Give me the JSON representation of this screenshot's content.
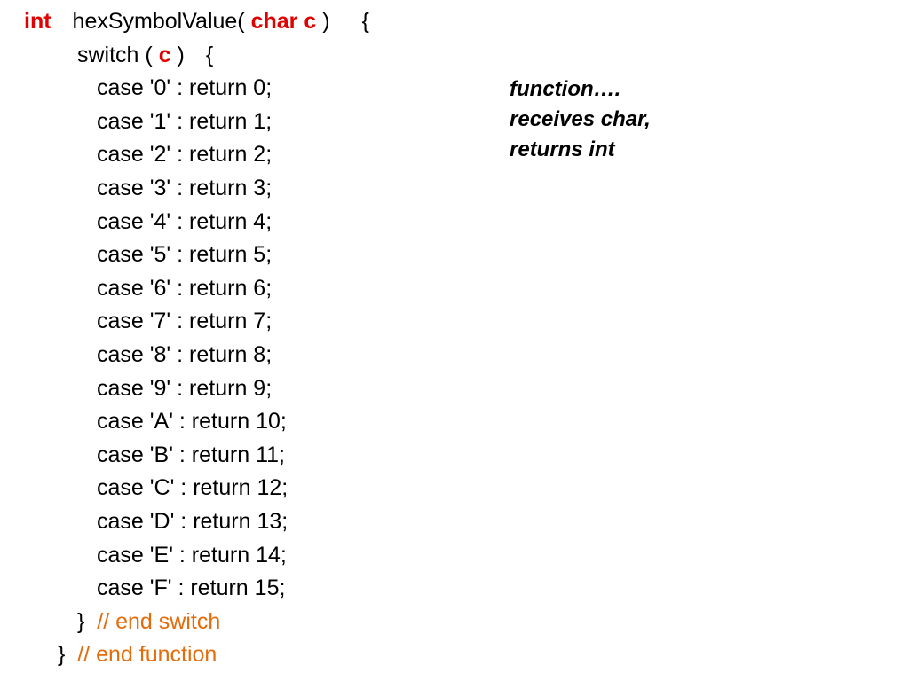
{
  "code": {
    "header": {
      "return_type": "int",
      "function_name": "hexSymbolValue(",
      "param_type": "char c",
      "close_paren": ")",
      "open_brace": "{"
    },
    "switch_line": {
      "keyword": "switch (",
      "var": "c",
      "close_paren": ")",
      "open_brace": "{"
    },
    "cases": [
      "case '0' : return 0;",
      "case '1' : return 1;",
      "case '2' : return 2;",
      "case '3' : return 3;",
      "case '4' : return 4;",
      "case '5' : return 5;",
      "case '6' : return 6;",
      "case '7' : return 7;",
      "case '8' : return 8;",
      "case '9' : return 9;",
      "case 'A' : return 10;",
      "case 'B' : return 11;",
      "case 'C' : return 12;",
      "case 'D' : return 13;",
      "case 'E' : return 14;",
      "case 'F' : return 15;"
    ],
    "end_switch": {
      "brace": "}",
      "comment": "// end switch"
    },
    "end_function": {
      "brace": "}",
      "comment": "// end function"
    }
  },
  "note": {
    "lines": [
      "function….",
      "receives char,",
      "returns int"
    ]
  },
  "colors": {
    "keyword": "#e00000",
    "comment": "#e46c0a",
    "text": "#000000",
    "background": "#ffffff"
  }
}
